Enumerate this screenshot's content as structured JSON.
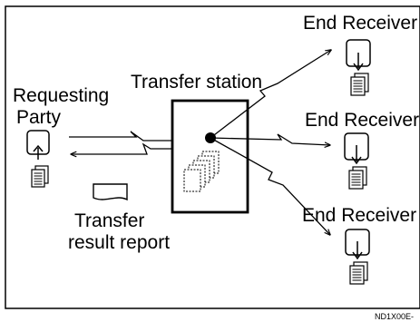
{
  "labels": {
    "requesting_party_line1": "Requesting",
    "requesting_party_line2": "Party",
    "transfer_station": "Transfer station",
    "end_receiver_1": "End Receiver",
    "end_receiver_2": "End Receiver",
    "end_receiver_3": "End Receiver",
    "transfer_result_line1": "Transfer",
    "transfer_result_line2": "result report"
  },
  "image_code": "ND1X00E-",
  "colors": {
    "line": "#000000",
    "background": "#ffffff"
  }
}
